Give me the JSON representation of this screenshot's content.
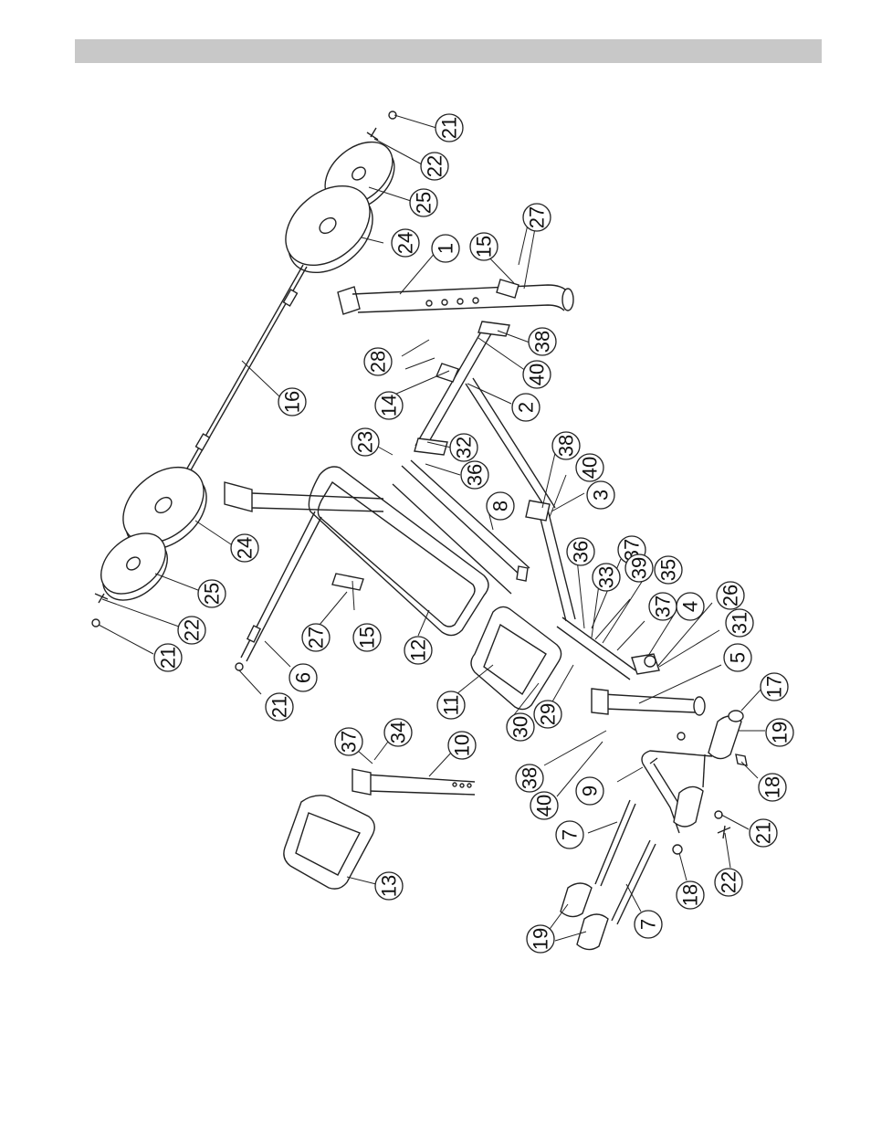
{
  "diagram": {
    "type": "exploded-parts-view",
    "callouts": [
      {
        "n": "21"
      },
      {
        "n": "22"
      },
      {
        "n": "25"
      },
      {
        "n": "24"
      },
      {
        "n": "15"
      },
      {
        "n": "27"
      },
      {
        "n": "1"
      },
      {
        "n": "38"
      },
      {
        "n": "28"
      },
      {
        "n": "40"
      },
      {
        "n": "14"
      },
      {
        "n": "2"
      },
      {
        "n": "16"
      },
      {
        "n": "23"
      },
      {
        "n": "32"
      },
      {
        "n": "36"
      },
      {
        "n": "38"
      },
      {
        "n": "40"
      },
      {
        "n": "3"
      },
      {
        "n": "8"
      },
      {
        "n": "24"
      },
      {
        "n": "25"
      },
      {
        "n": "36"
      },
      {
        "n": "37"
      },
      {
        "n": "33"
      },
      {
        "n": "39"
      },
      {
        "n": "35"
      },
      {
        "n": "37"
      },
      {
        "n": "4"
      },
      {
        "n": "26"
      },
      {
        "n": "22"
      },
      {
        "n": "27"
      },
      {
        "n": "15"
      },
      {
        "n": "12"
      },
      {
        "n": "31"
      },
      {
        "n": "21"
      },
      {
        "n": "6"
      },
      {
        "n": "21"
      },
      {
        "n": "11"
      },
      {
        "n": "30"
      },
      {
        "n": "29"
      },
      {
        "n": "5"
      },
      {
        "n": "17"
      },
      {
        "n": "19"
      },
      {
        "n": "37"
      },
      {
        "n": "34"
      },
      {
        "n": "10"
      },
      {
        "n": "38"
      },
      {
        "n": "40"
      },
      {
        "n": "9"
      },
      {
        "n": "18"
      },
      {
        "n": "21"
      },
      {
        "n": "7"
      },
      {
        "n": "13"
      },
      {
        "n": "18"
      },
      {
        "n": "22"
      },
      {
        "n": "7"
      },
      {
        "n": "19"
      }
    ]
  }
}
